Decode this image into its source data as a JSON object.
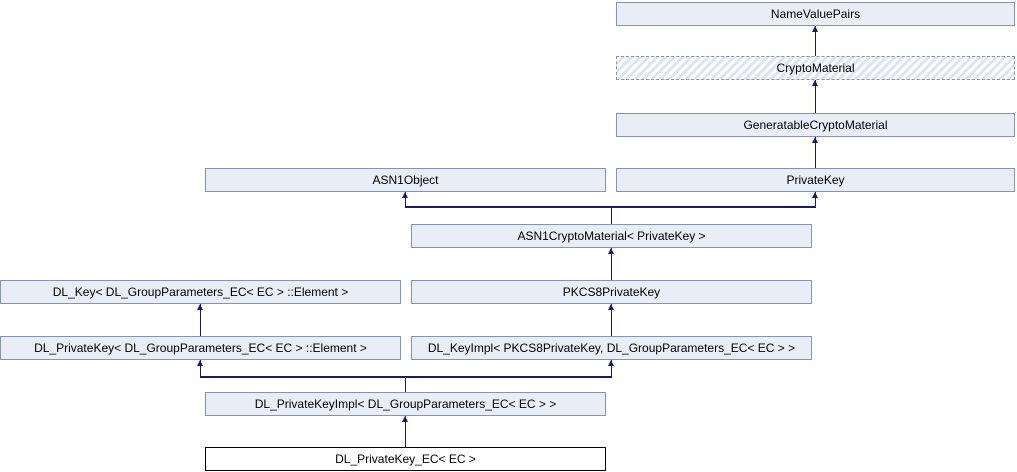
{
  "colors": {
    "background": "#ffffff",
    "node_fill": "#e8edf6",
    "node_border": "#8393bf",
    "edge": "#191970",
    "current_node_fill": "#ffffff",
    "current_node_border": "#000000",
    "hatch_stripe": "#dde3f1"
  },
  "diagram": {
    "type": "class-inheritance-graph",
    "nodes": [
      {
        "id": "NameValuePairs",
        "label": "NameValuePairs",
        "style": "solid"
      },
      {
        "id": "CryptoMaterial",
        "label": "CryptoMaterial",
        "style": "hatched-dashed"
      },
      {
        "id": "GeneratableCryptoMaterial",
        "label": "GeneratableCryptoMaterial",
        "style": "solid"
      },
      {
        "id": "ASN1Object",
        "label": "ASN1Object",
        "style": "solid"
      },
      {
        "id": "PrivateKey",
        "label": "PrivateKey",
        "style": "solid"
      },
      {
        "id": "ASN1CryptoMaterial",
        "label": "ASN1CryptoMaterial< PrivateKey >",
        "style": "solid"
      },
      {
        "id": "DL_Key",
        "label": "DL_Key< DL_GroupParameters_EC< EC > ::Element >",
        "style": "solid"
      },
      {
        "id": "PKCS8PrivateKey",
        "label": "PKCS8PrivateKey",
        "style": "solid"
      },
      {
        "id": "DL_PrivateKey",
        "label": "DL_PrivateKey< DL_GroupParameters_EC< EC > ::Element >",
        "style": "solid"
      },
      {
        "id": "DL_KeyImpl",
        "label": "DL_KeyImpl< PKCS8PrivateKey, DL_GroupParameters_EC< EC > >",
        "style": "solid"
      },
      {
        "id": "DL_PrivateKeyImpl",
        "label": "DL_PrivateKeyImpl< DL_GroupParameters_EC< EC > >",
        "style": "solid"
      },
      {
        "id": "DL_PrivateKey_EC",
        "label": "DL_PrivateKey_EC< EC >",
        "style": "current"
      }
    ],
    "edges": [
      {
        "from": "CryptoMaterial",
        "to": "NameValuePairs"
      },
      {
        "from": "GeneratableCryptoMaterial",
        "to": "CryptoMaterial"
      },
      {
        "from": "PrivateKey",
        "to": "GeneratableCryptoMaterial"
      },
      {
        "from": "ASN1CryptoMaterial",
        "to": "ASN1Object"
      },
      {
        "from": "ASN1CryptoMaterial",
        "to": "PrivateKey"
      },
      {
        "from": "PKCS8PrivateKey",
        "to": "ASN1CryptoMaterial"
      },
      {
        "from": "DL_PrivateKey",
        "to": "DL_Key"
      },
      {
        "from": "DL_KeyImpl",
        "to": "PKCS8PrivateKey"
      },
      {
        "from": "DL_PrivateKeyImpl",
        "to": "DL_PrivateKey"
      },
      {
        "from": "DL_PrivateKeyImpl",
        "to": "DL_KeyImpl"
      },
      {
        "from": "DL_PrivateKey_EC",
        "to": "DL_PrivateKeyImpl"
      }
    ]
  }
}
